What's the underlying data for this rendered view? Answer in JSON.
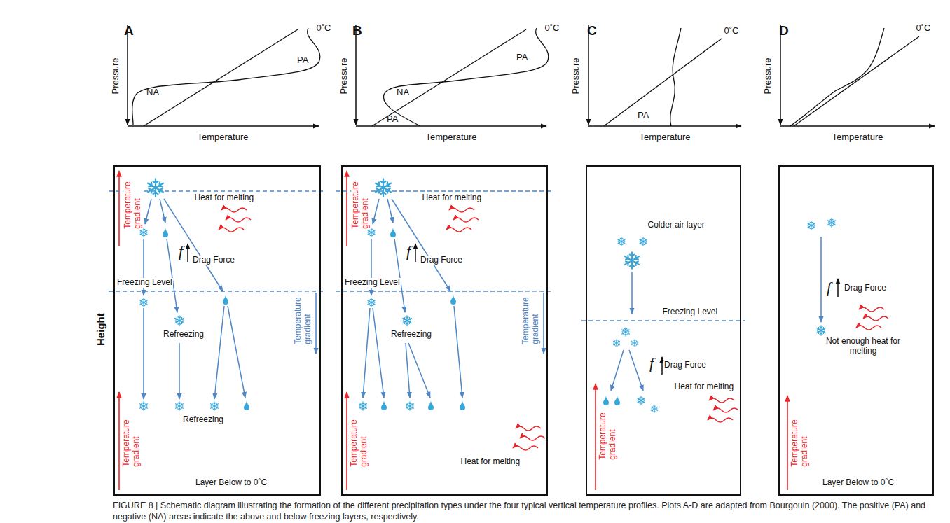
{
  "diagram": {
    "caption": "FIGURE 8 | Schematic diagram illustrating the formation of the different precipitation types under the four typical vertical temperature profiles. Plots A-D are adapted from Bourgouin (2000). The positive (PA) and negative (NA) areas indicate the above and below freezing layers, respectively.",
    "nodes": [
      {
        "text": [
          "Temperature gradient",
          "Heat for melting",
          "f",
          "Drag Force",
          "Freezing Level",
          "Temperature gradient",
          "Refreezing",
          "Refreezing",
          "Temperature gradient",
          "Layer Below to 0˚C"
        ]
      },
      {
        "text": [
          "Temperature gradient",
          "Heat for melting",
          "f",
          "Drag Force",
          "Freezing Level",
          "Temperature gradient",
          "Refreezing",
          "Temperature gradient",
          "Heat for melting"
        ]
      },
      {
        "text": [
          "Colder air layer",
          "Freezing Level",
          "f",
          "Drag Force",
          "Heat for melting",
          "Temperature gradient"
        ]
      },
      {
        "text": [
          "f",
          "Drag Force",
          "Not enough heat for melting",
          "Temperature gradient",
          "Layer Below to 0˚C"
        ]
      }
    ],
    "labels": [
      "A",
      "0˚C",
      "Pressure",
      "Temperature",
      "NA",
      "PA",
      "B",
      "0˚C",
      "Pressure",
      "Temperature",
      "NA",
      "PA",
      "PA",
      "C",
      "0˚C",
      "Pressure",
      "Temperature",
      "PA",
      "D",
      "0˚C",
      "Pressure",
      "Temperature",
      "Height"
    ]
  }
}
